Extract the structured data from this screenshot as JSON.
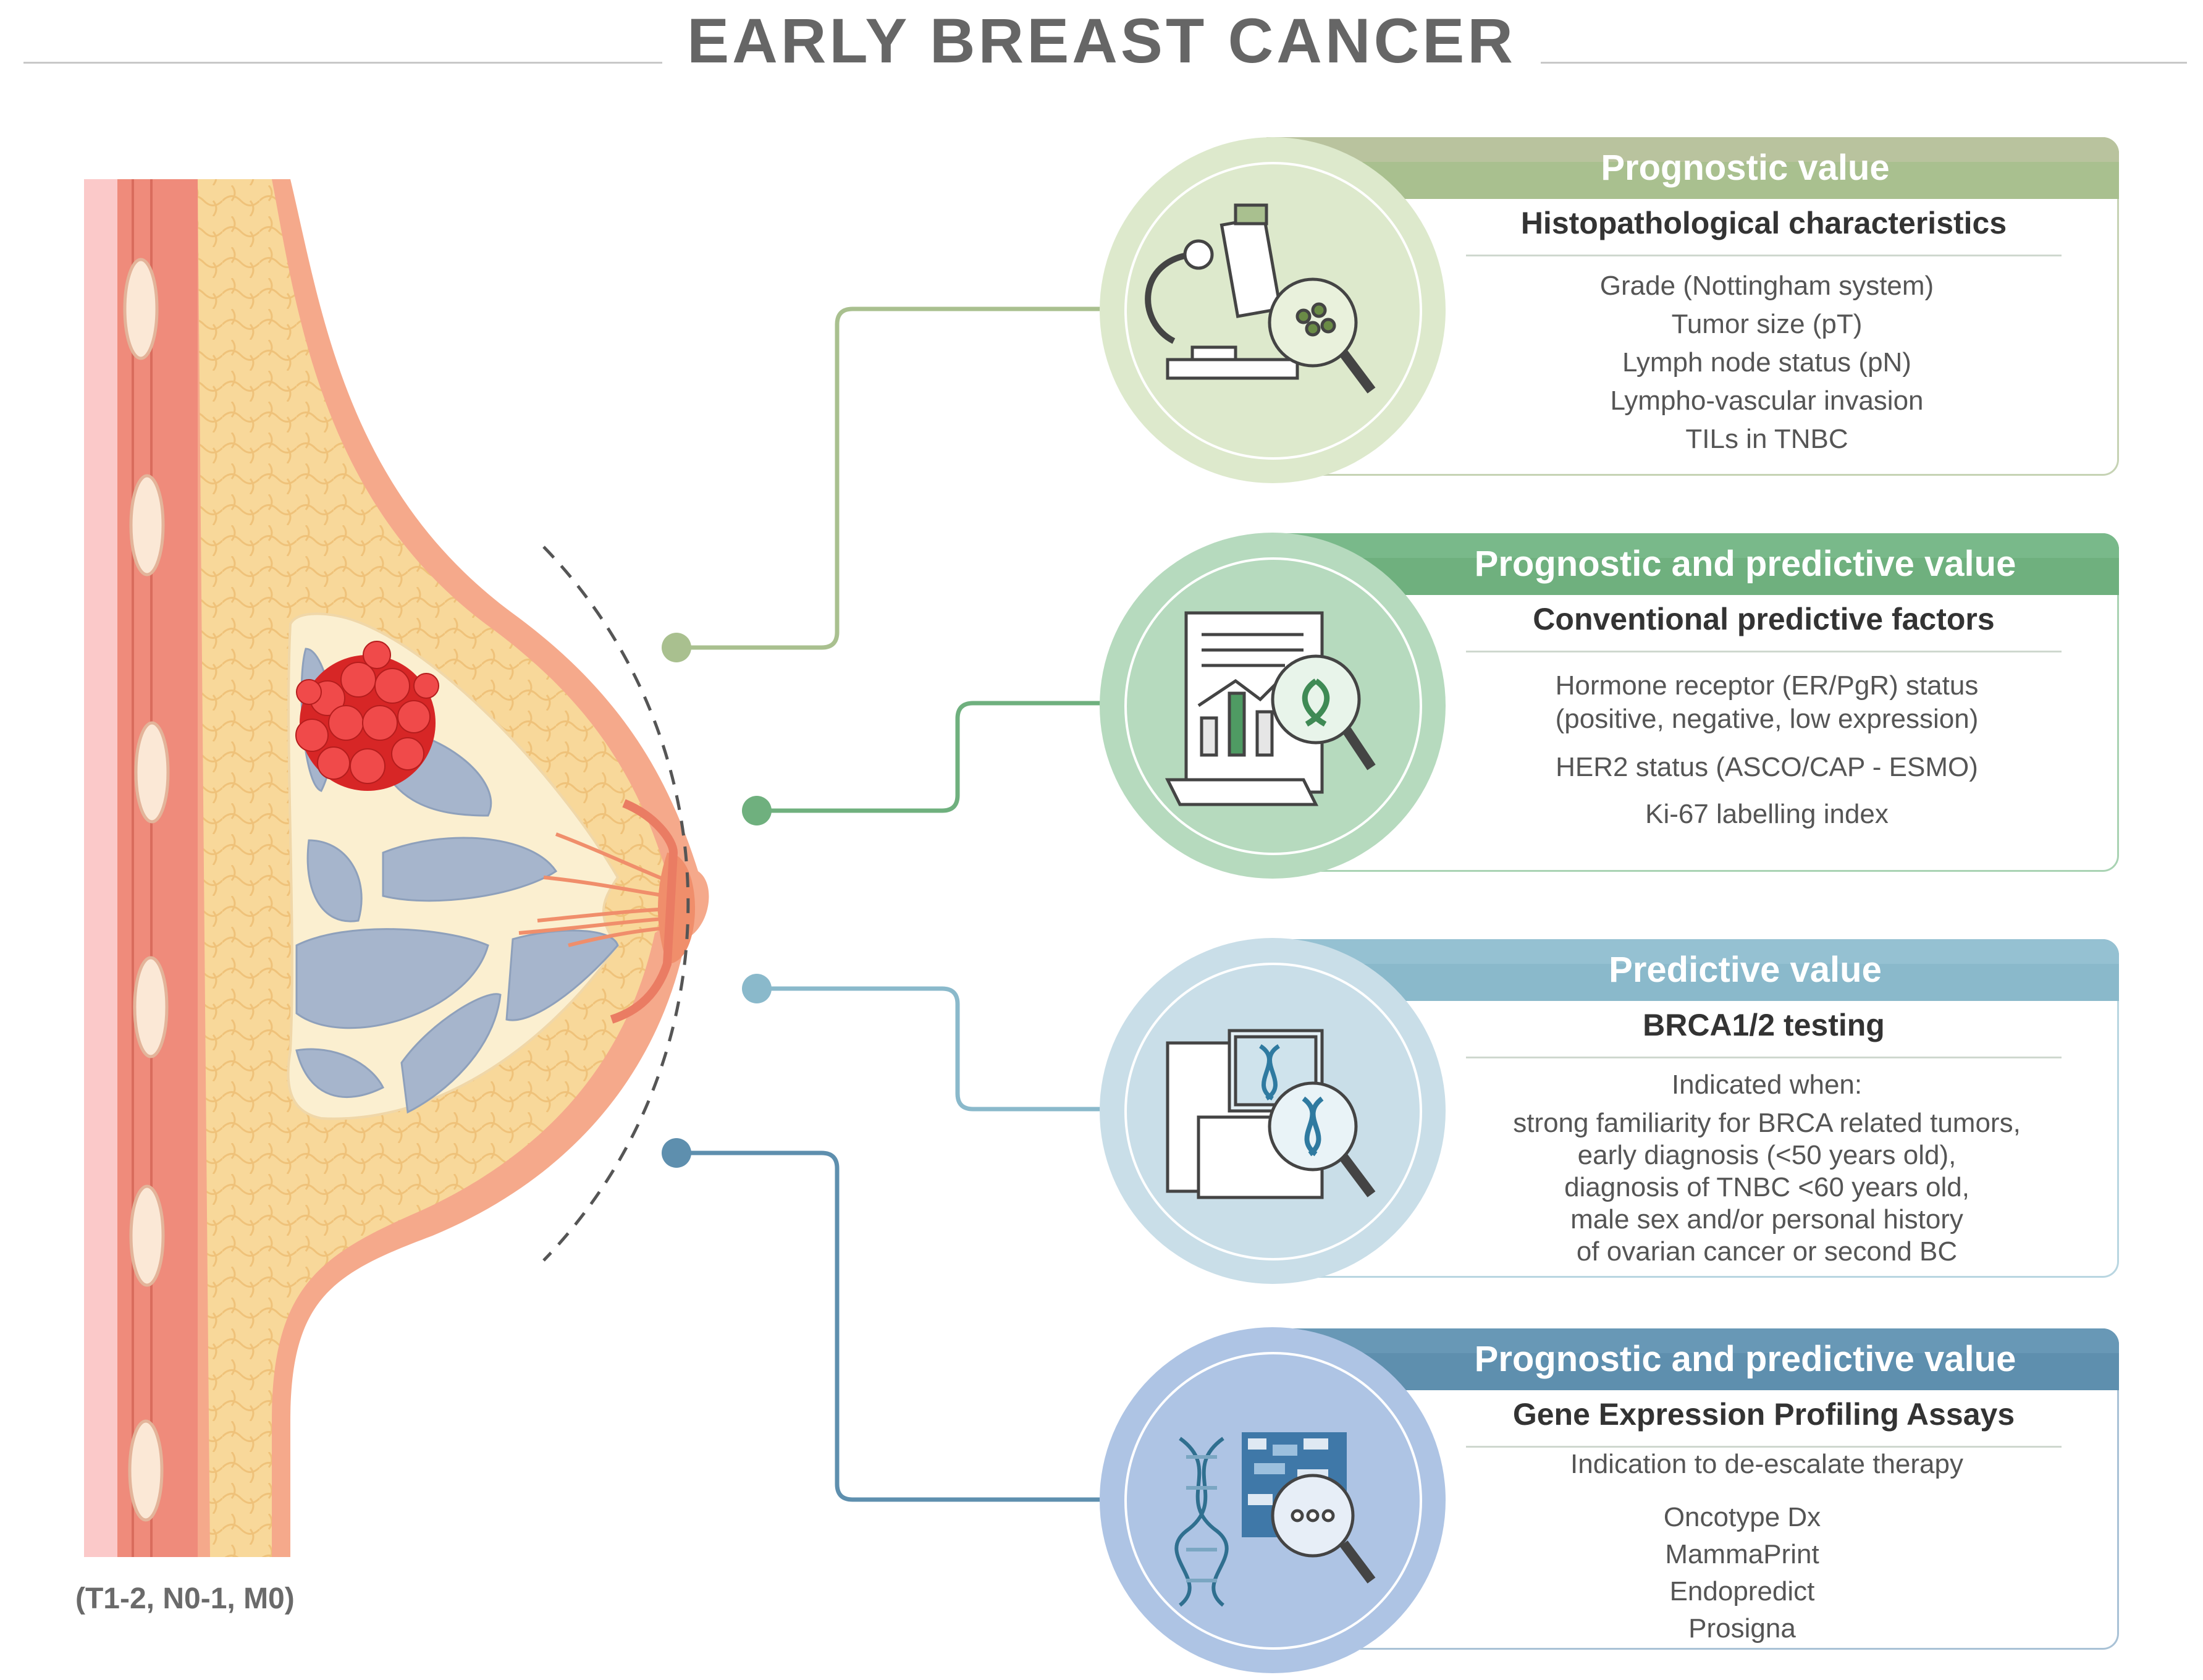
{
  "title": "EARLY BREAST CANCER",
  "stage": "(T1-2, N0-1, M0)",
  "colors": {
    "c1": "#a9c08f",
    "c2": "#6fb07e",
    "c3": "#8ab9cb",
    "c4": "#5e8fae",
    "skin_outer": "#f4a48a",
    "fat": "#f7d38f",
    "muscle": "#ef8b7b",
    "lobule": "#9fb0c9",
    "tumor": "#e02d2d"
  },
  "panels": [
    {
      "header": "Prognostic value",
      "subtitle": "Histopathological characteristics",
      "icon": "microscope-icon",
      "items": [
        "Grade (Nottingham system)",
        "Tumor size (pT)",
        "Lymph node status (pN)",
        "Lympho-vascular invasion",
        "TILs in TNBC"
      ]
    },
    {
      "header": "Prognostic and predictive value",
      "subtitle": "Conventional predictive factors",
      "icon": "report-ribbon-icon",
      "items": [
        "Hormone receptor (ER/PgR) status",
        "(positive, negative, low expression)",
        "HER2 status (ASCO/CAP - ESMO)",
        "Ki-67 labelling index"
      ]
    },
    {
      "header": "Predictive value",
      "subtitle": "BRCA1/2 testing",
      "icon": "sequencer-dna-icon",
      "items": [
        "Indicated when:",
        "strong familiarity for BRCA related tumors,",
        "early diagnosis (<50 years old),",
        "diagnosis of TNBC <60 years old,",
        "male sex and/or personal history",
        "of ovarian cancer or second BC"
      ]
    },
    {
      "header": "Prognostic and predictive value",
      "subtitle": "Gene Expression Profiling Assays",
      "icon": "dna-heatmap-icon",
      "items": [
        "Indication to de-escalate therapy",
        "Oncotype Dx",
        "MammaPrint",
        "Endopredict",
        "Prosigna"
      ]
    }
  ]
}
